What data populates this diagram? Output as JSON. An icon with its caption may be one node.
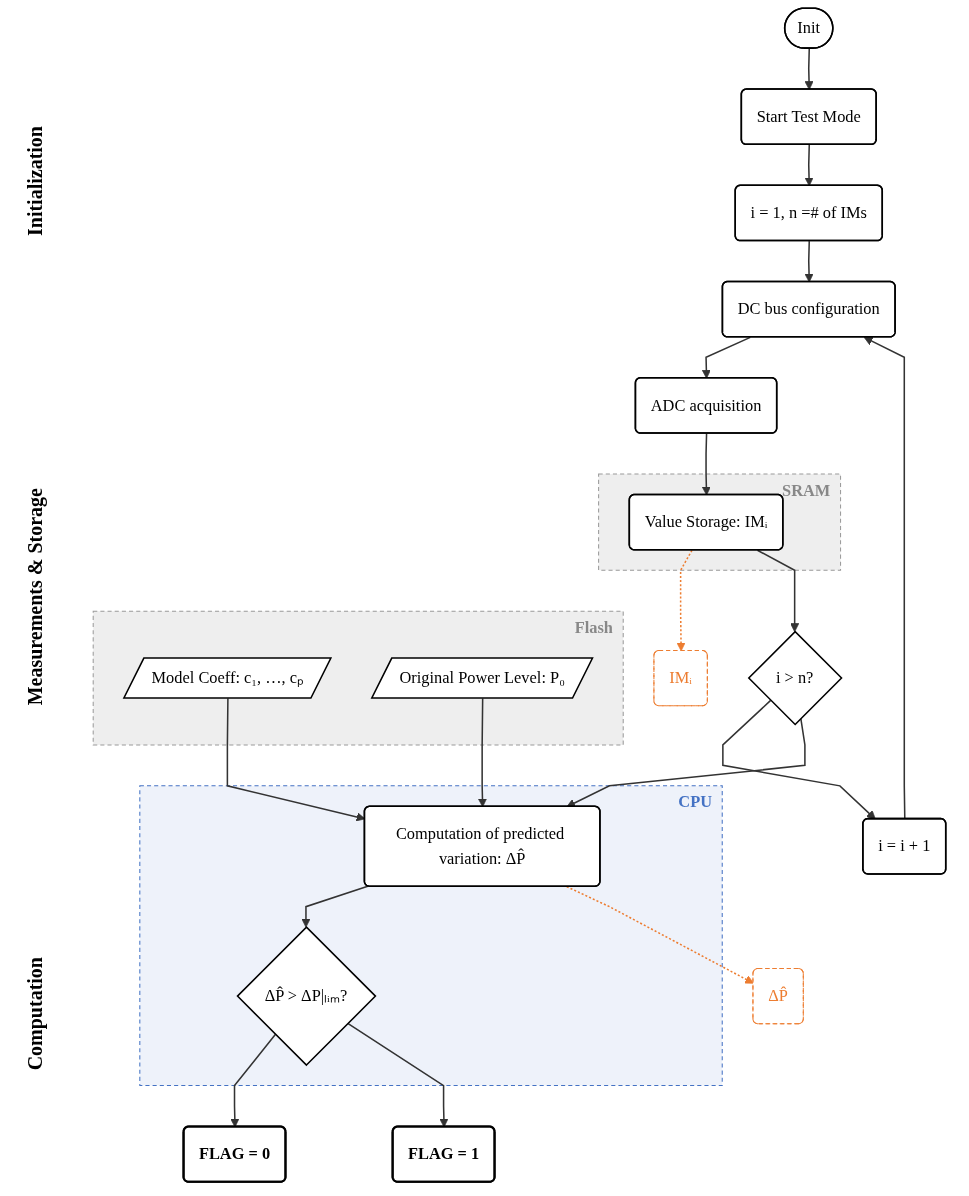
{
  "diagram": {
    "nodes": [
      {
        "text": [
          "Init"
        ]
      },
      {
        "text": [
          "Start Test Mode"
        ]
      },
      {
        "text": [
          "i = 1, n =# of IMs"
        ]
      },
      {
        "text": [
          "DC bus configuration"
        ]
      },
      {
        "text": [
          "i = i + 1"
        ]
      },
      {
        "text": [
          "ADC acquisition"
        ]
      },
      {
        "text": [
          "SRAM"
        ]
      },
      {
        "text": [
          "Value Storage: IMᵢ"
        ],
        "in": 6
      },
      {
        "text": [
          "IMᵢ"
        ]
      },
      {
        "text": [
          "i > n?"
        ]
      },
      {
        "text": [
          "CPU"
        ]
      },
      {
        "text": [
          "Computation of predicted variation: ΔP̂"
        ],
        "in": 10
      },
      {
        "text": [
          "Flash"
        ]
      },
      {
        "text": [
          "Model Coeff: c₁, …, cₚ"
        ],
        "in": 12
      },
      {
        "text": [
          "Original Power Level: P₀"
        ],
        "in": 12
      },
      {
        "text": [
          "ΔP̂ > ΔP|ₗᵢₘ?"
        ],
        "in": 10
      },
      {
        "text": [
          "FLAG = 0"
        ]
      },
      {
        "text": [
          "ΔP̂"
        ]
      },
      {
        "text": [
          "FLAG = 1"
        ]
      }
    ],
    "edges": [
      {
        "from": 0,
        "to": 1,
        "arrow": "to"
      },
      {
        "from": 1,
        "to": 2,
        "arrow": "to"
      },
      {
        "from": 2,
        "to": 3,
        "arrow": "to"
      },
      {
        "from": 3,
        "to": 5,
        "arrow": "to"
      },
      {
        "from": 5,
        "to": 7,
        "arrow": "to"
      },
      {
        "from": 7,
        "to": 8,
        "arrow": "to",
        "style": "dashed",
        "color": "#ed7d31"
      },
      {
        "from": 7,
        "to": 9,
        "arrow": "to"
      },
      {
        "from": 9,
        "to": 4,
        "arrow": "to"
      },
      {
        "from": 4,
        "to": 3,
        "arrow": "to"
      },
      {
        "from": 9,
        "to": 11,
        "arrow": "to"
      },
      {
        "from": 13,
        "to": 11,
        "arrow": "to"
      },
      {
        "from": 14,
        "to": 11,
        "arrow": "to"
      },
      {
        "from": 11,
        "to": 15,
        "arrow": "to"
      },
      {
        "from": 11,
        "to": 17,
        "arrow": "to",
        "style": "dashed",
        "color": "#ed7d31"
      },
      {
        "from": 15,
        "to": 16,
        "arrow": "to"
      },
      {
        "from": 15,
        "to": 18,
        "arrow": "to"
      }
    ],
    "labels": [
      "Initialization",
      "Measurements & Storage",
      "Computation"
    ]
  }
}
